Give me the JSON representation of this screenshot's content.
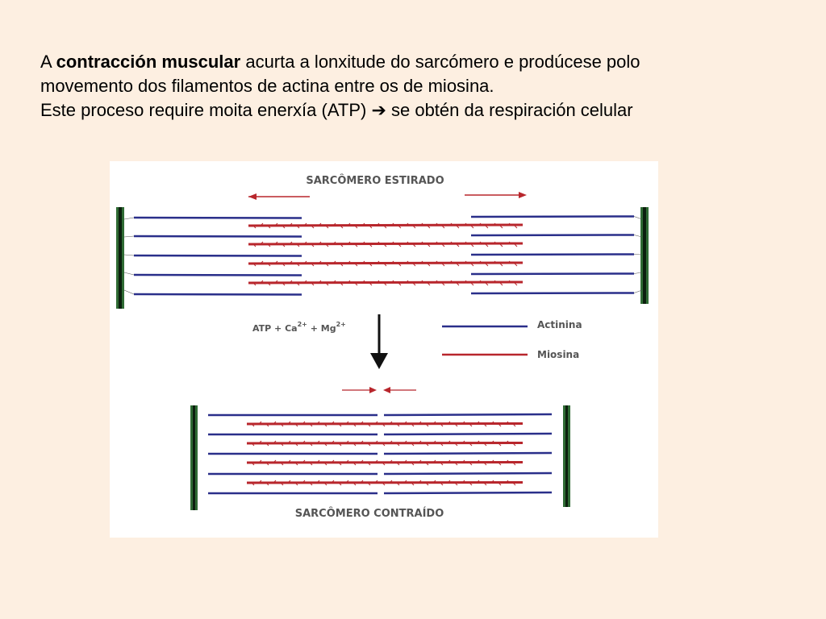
{
  "slide": {
    "line1_prefix": "A ",
    "line1_bold": "contracción muscular",
    "line1_rest": " acurta a lonxitude do sarcómero e prodúcese polo",
    "line2": "movemento dos filamentos de actina entre os de miosina.",
    "line3_prefix": "Este proceso require moita enerxía (ATP) ",
    "line3_arrow": "➔",
    "line3_rest": " se obtén da respiración celular"
  },
  "figure": {
    "top_title": "SARCÔMERO ESTIRADO",
    "bottom_title": "SARCÔMERO CONTRAÍDO",
    "reaction": {
      "atp": "ATP + Ca",
      "ca_sup": "2+",
      "plus_mg": " + Mg",
      "mg_sup": "2+"
    },
    "legend": {
      "actin_label": "Actinina",
      "myosin_label": "Miosina"
    },
    "colors": {
      "actin": "#2a2f8a",
      "myosin": "#b8262c",
      "z_disc": "#1e3a20",
      "arrow_gray": "#555555",
      "arrow_red": "#b8262c"
    },
    "icons": [
      "left-arrow-icon",
      "right-arrow-icon",
      "down-arrow-icon"
    ]
  }
}
